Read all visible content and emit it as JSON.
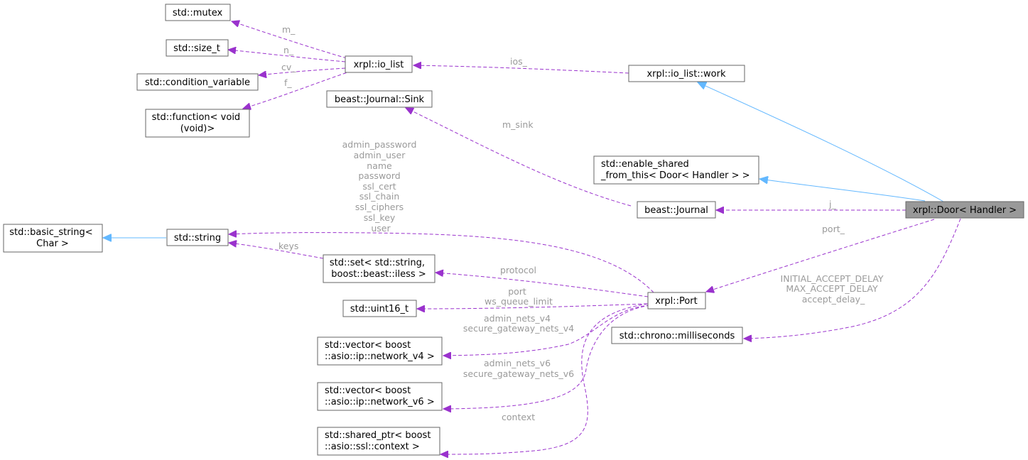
{
  "nodes": {
    "mutex": "std::mutex",
    "size_t": "std::size_t",
    "condition_variable": "std::condition_variable",
    "function": [
      "std::function< void",
      "(void)>"
    ],
    "io_list": "xrpl::io_list",
    "io_list_work": "xrpl::io_list::work",
    "journal_sink": "beast::Journal::Sink",
    "enable_shared": [
      "std::enable_shared",
      "_from_this< Door< Handler > >"
    ],
    "journal": "beast::Journal",
    "door": "xrpl::Door< Handler >",
    "basic_string": [
      "std::basic_string<",
      "Char >"
    ],
    "string": "std::string",
    "set": [
      "std::set< std::string,",
      "boost::beast::iless >"
    ],
    "uint16": "std::uint16_t",
    "port": "xrpl::Port",
    "milliseconds": "std::chrono::milliseconds",
    "vector_v4": [
      "std::vector< boost",
      "::asio::ip::network_v4 >"
    ],
    "vector_v6": [
      "std::vector< boost",
      "::asio::ip::network_v6 >"
    ],
    "shared_ptr": [
      "std::shared_ptr< boost",
      "::asio::ssl::context >"
    ]
  },
  "edge_labels": {
    "m": "m_",
    "n": "n_",
    "cv": "cv_",
    "f": "f_",
    "ios": "ios_",
    "m_sink": "m_sink",
    "j": "j_",
    "port": "port_",
    "string_fields": [
      "admin_password",
      "admin_user",
      "name",
      "password",
      "ssl_cert",
      "ssl_chain",
      "ssl_ciphers",
      "ssl_key",
      "user"
    ],
    "keys": "keys",
    "protocol": "protocol",
    "uint16_fields": [
      "port",
      "ws_queue_limit"
    ],
    "v4_fields": [
      "admin_nets_v4",
      "secure_gateway_nets_v4"
    ],
    "v6_fields": [
      "admin_nets_v6",
      "secure_gateway_nets_v6"
    ],
    "context": "context",
    "delay_fields": [
      "INITIAL_ACCEPT_DELAY",
      "MAX_ACCEPT_DELAY",
      "accept_delay_"
    ]
  },
  "colors": {
    "association": "#9a32cd",
    "inheritance": "#63b8ff",
    "focus_fill": "#999999",
    "border": "#666666",
    "label": "#9a9a9a"
  }
}
